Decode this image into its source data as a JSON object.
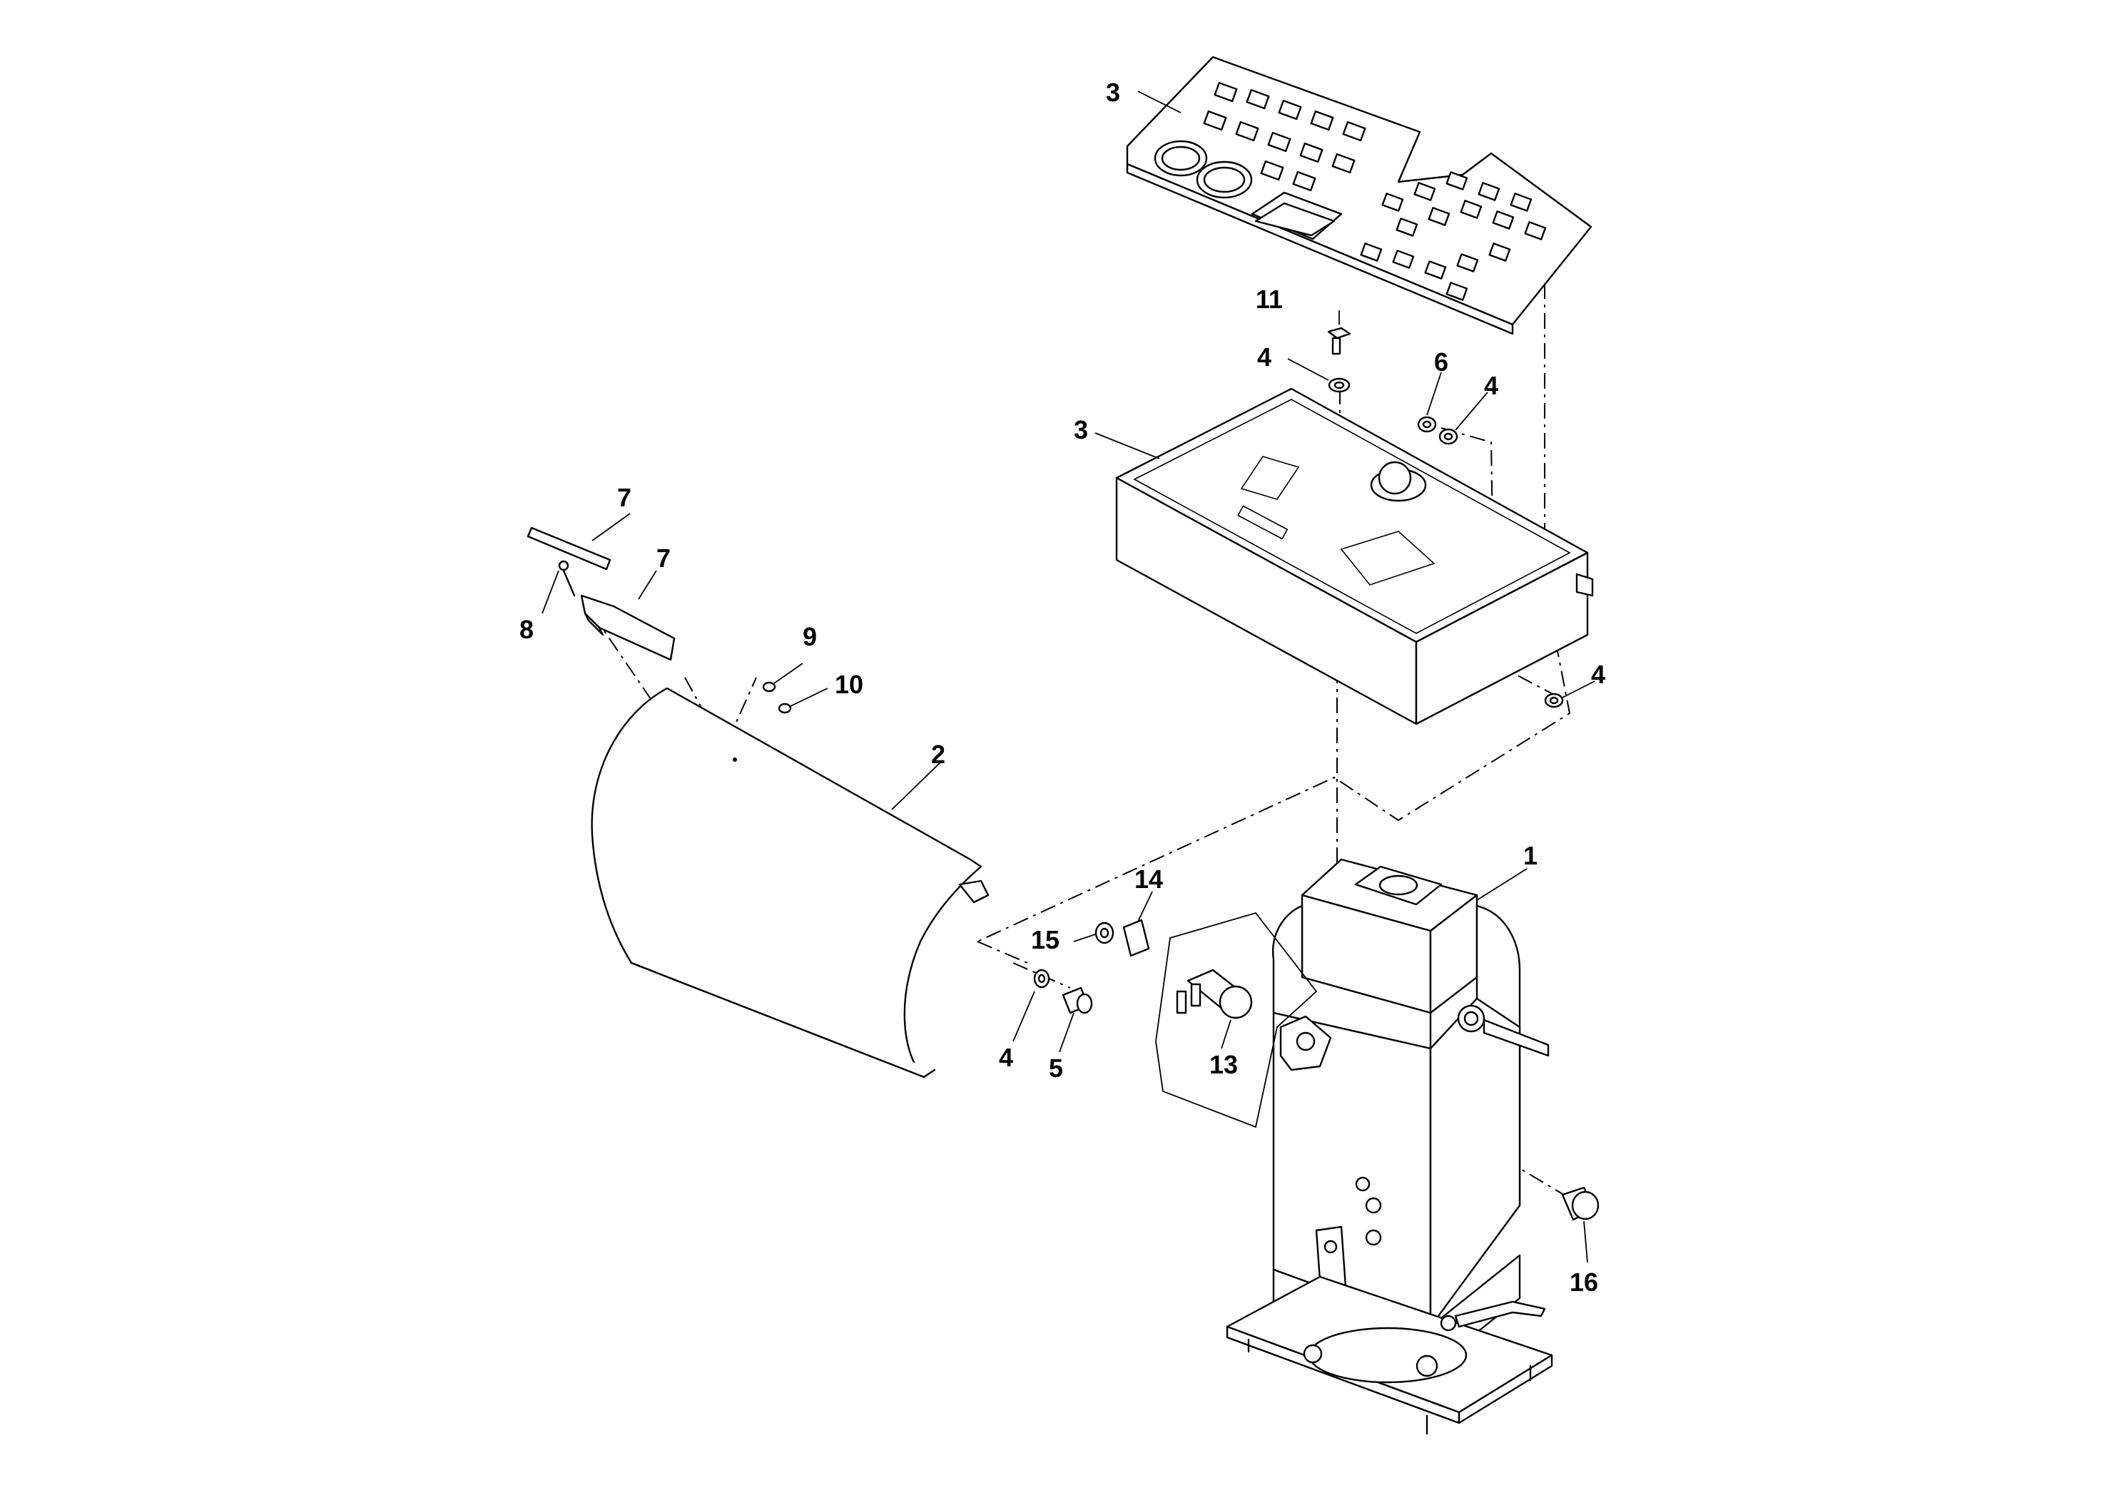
{
  "callouts": {
    "c1": "1",
    "c2": "2",
    "c3_panel": "3",
    "c3_box": "3",
    "c4_washer_top": "4",
    "c4_washer_mid": "4",
    "c4_washer_right": "4",
    "c4_washer_low": "4",
    "c5": "5",
    "c6": "6",
    "c7_strip": "7",
    "c7_handle": "7",
    "c8": "8",
    "c9": "9",
    "c10": "10",
    "c11": "11",
    "c13": "13",
    "c14": "14",
    "c15": "15",
    "c16": "16"
  },
  "colors": {
    "line": "#000000",
    "background": "#ffffff"
  }
}
